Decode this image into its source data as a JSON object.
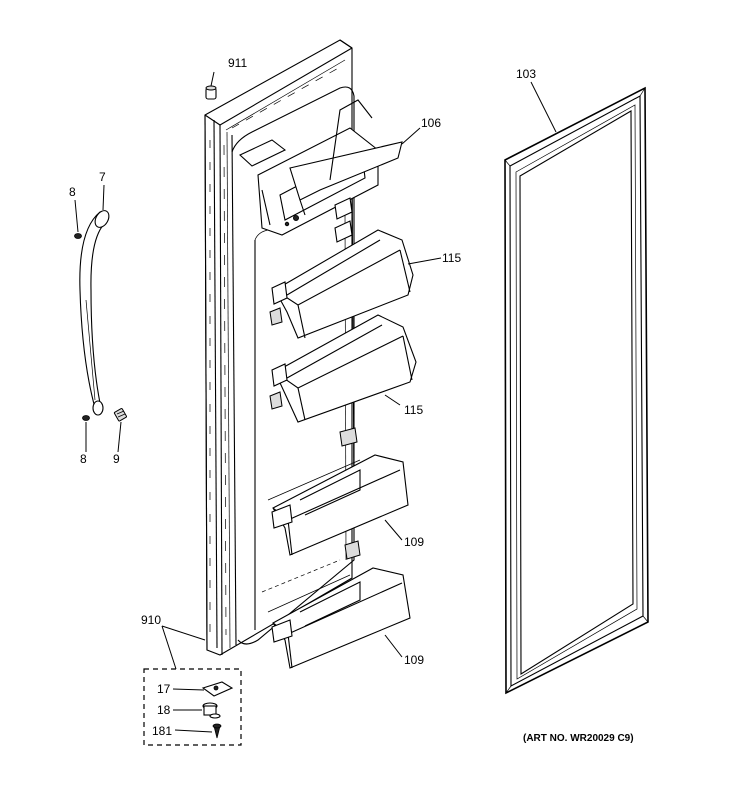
{
  "labels": {
    "l911": "911",
    "l106": "106",
    "l103": "103",
    "l8a": "8",
    "l7": "7",
    "l115a": "115",
    "l115b": "115",
    "l8b": "8",
    "l9": "9",
    "l109a": "109",
    "l109b": "109",
    "l910": "910",
    "l17": "17",
    "l18": "18",
    "l181": "181"
  },
  "art_number": "(ART NO. WR20029 C9)"
}
